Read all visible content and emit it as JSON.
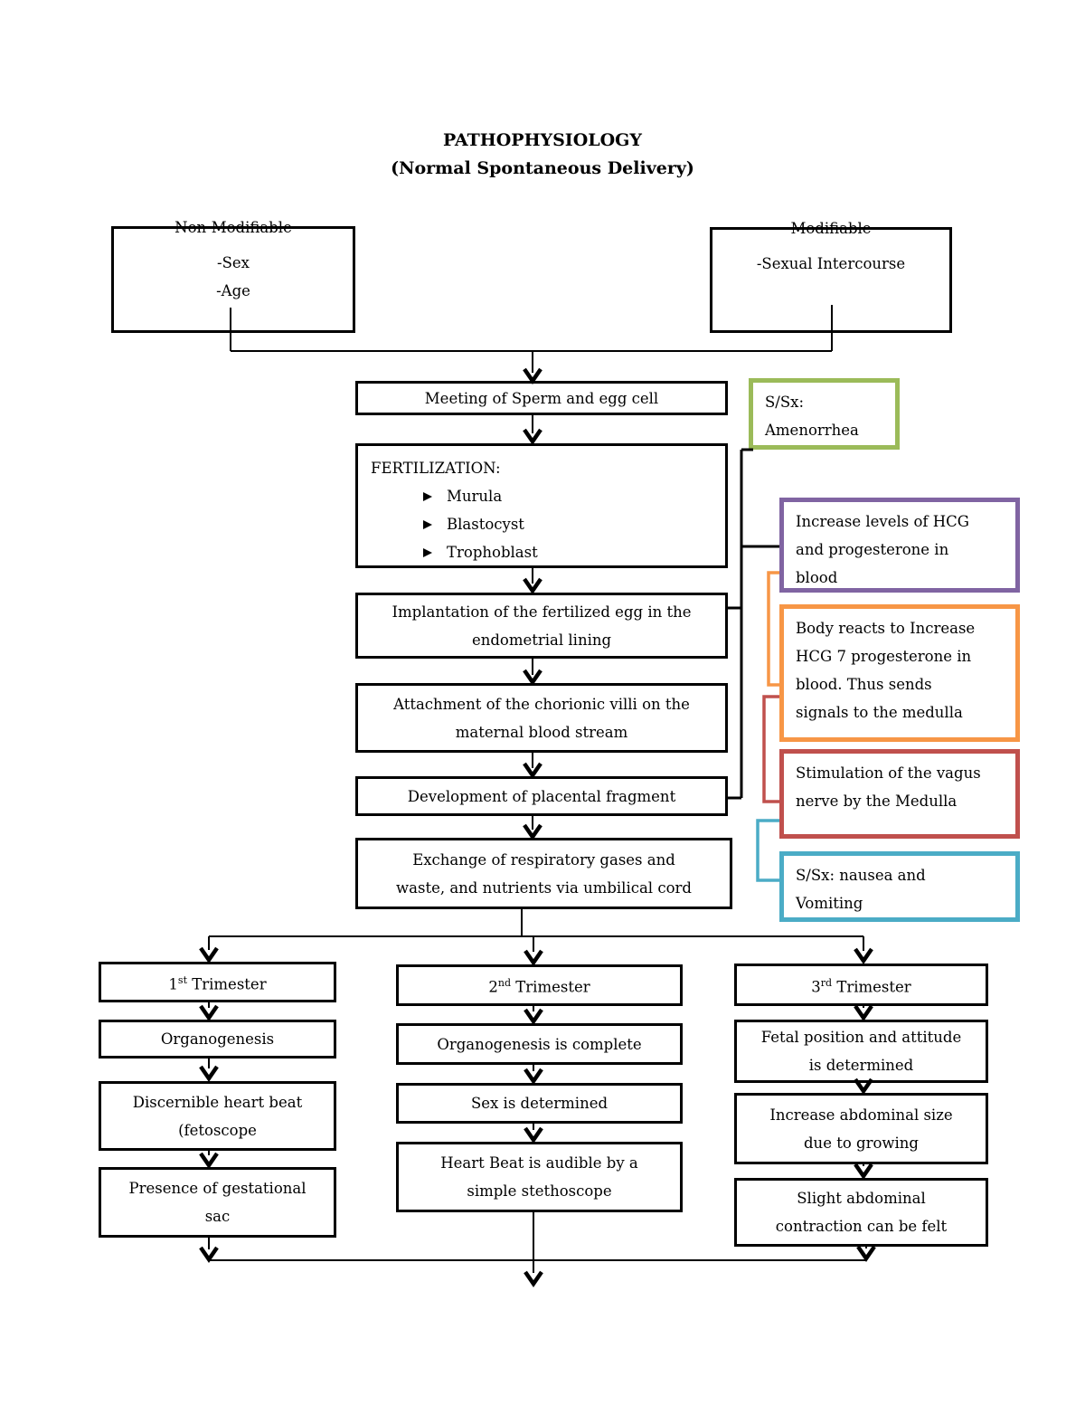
{
  "title": {
    "line1": "PATHOPHYSIOLOGY",
    "line2": "(Normal Spontaneous Delivery)"
  },
  "factors": {
    "non_modifiable": {
      "heading": "Non-Modifiable",
      "item1": "-Sex",
      "item2": "-Age"
    },
    "modifiable": {
      "heading": "Modifiable",
      "item1": "-Sexual Intercourse"
    }
  },
  "flow": {
    "meeting": "Meeting of Sperm and egg cell",
    "fertilization": {
      "heading": "FERTILIZATION:",
      "item1": "Murula",
      "item2": "Blastocyst",
      "item3": "Trophoblast"
    },
    "implantation": {
      "line1": "Implantation of the fertilized egg in the",
      "line2": "endometrial lining"
    },
    "attachment": {
      "line1": "Attachment of the chorionic villi on the",
      "line2": "maternal blood stream"
    },
    "development": "Development of placental fragment",
    "exchange": {
      "line1": "Exchange of respiratory gases and",
      "line2": "waste, and nutrients via umbilical cord"
    }
  },
  "side_notes": {
    "amenorrhea": {
      "line1": "S/Sx:",
      "line2": "Amenorrhea",
      "border_color": "#9bbb59"
    },
    "hcg_increase": {
      "line1": "Increase levels of HCG",
      "line2": "and progesterone in",
      "line3": "blood",
      "border_color": "#8064a2"
    },
    "body_reacts": {
      "line1": "Body reacts to Increase",
      "line2": "HCG 7 progesterone in",
      "line3": "blood. Thus sends",
      "line4": "signals to the medulla",
      "border_color": "#f79646"
    },
    "vagus": {
      "line1": "Stimulation of the vagus",
      "line2": "nerve by the Medulla",
      "border_color": "#c0504d"
    },
    "nausea": {
      "line1": "S/Sx: nausea and",
      "line2": "Vomiting",
      "border_color": "#4bacc6"
    }
  },
  "trimesters": {
    "first": {
      "num": "1",
      "sup": "st",
      "rest": " Trimester",
      "step1": "Organogenesis",
      "step2_line1": "Discernible heart beat",
      "step2_line2": "(fetoscope",
      "step3_line1": "Presence of gestational",
      "step3_line2": "sac"
    },
    "second": {
      "num": "2",
      "sup": "nd",
      "rest": " Trimester",
      "step1": "Organogenesis is complete",
      "step2": "Sex is determined",
      "step3_line1": "Heart Beat is audible by a",
      "step3_line2": "simple stethoscope"
    },
    "third": {
      "num": "3",
      "sup": "rd",
      "rest": " Trimester",
      "step1_line1": "Fetal position and attitude",
      "step1_line2": "is determined",
      "step2_line1": "Increase abdominal size",
      "step2_line2": "due to growing",
      "step3_line1": "Slight abdominal",
      "step3_line2": "contraction can be felt"
    }
  }
}
